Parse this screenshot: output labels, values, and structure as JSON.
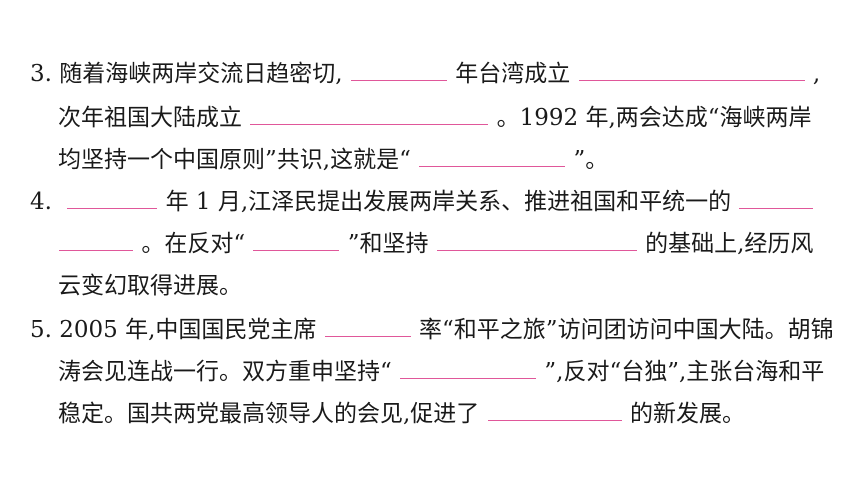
{
  "questions": [
    {
      "number": "3.",
      "lines": [
        {
          "t1": "随着海峡两岸交流日趋密切,",
          "t2": "年台湾成立",
          "t3": ","
        },
        {
          "t1": "次年祖国大陆成立",
          "t2": "。1992 年,两会达成“海峡两岸"
        },
        {
          "t1": "均坚持一个中国原则”共识,这就是“",
          "t2": "”。"
        }
      ]
    },
    {
      "number": "4.",
      "lines": [
        {
          "t1": "年 1 月,江泽民提出发展两岸关系、推进祖国和平统一的"
        },
        {
          "t1": "。在反对“",
          "t2": "”和坚持",
          "t3": "的基础上,经历风"
        },
        {
          "t1": "云变幻取得进展。"
        }
      ]
    },
    {
      "number": "5.",
      "lines": [
        {
          "t1": "2005 年,中国国民党主席",
          "t2": "率“和平之旅”访问团访问中国大陆。胡锦"
        },
        {
          "t1": "涛会见连战一行。双方重申坚持“",
          "t2": "”,反对“台独”,主张台海和平"
        },
        {
          "t1": "稳定。国共两党最高领导人的会见,促进了",
          "t2": "的新发展。"
        }
      ]
    }
  ],
  "colors": {
    "text": "#1a1a1a",
    "blank_underline": "#e0579a"
  }
}
